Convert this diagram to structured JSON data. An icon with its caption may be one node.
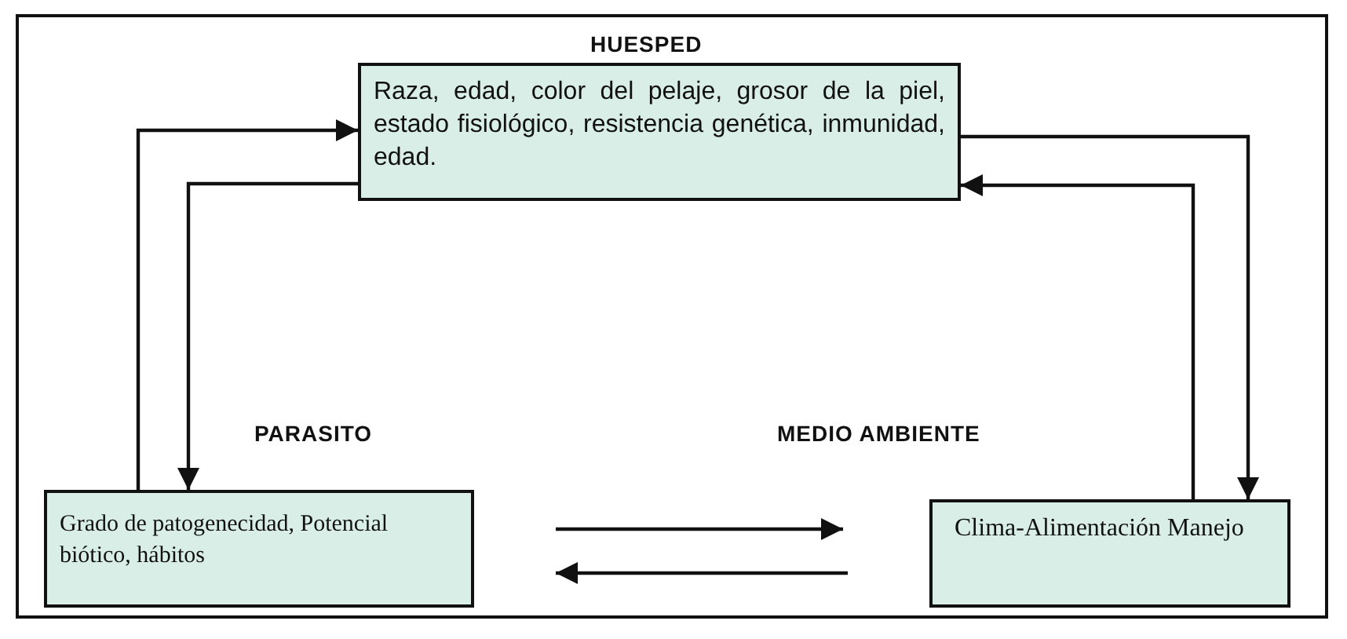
{
  "diagram": {
    "nodes": [
      {
        "text": [
          "HUESPED",
          "Raza, edad, color del pelaje, grosor de la piel, estado fisiológico, resistencia genética, inmunidad, edad."
        ]
      },
      {
        "text": [
          "PARASITO",
          "Grado de patogenecidad, Potencial biótico, hábitos"
        ]
      },
      {
        "text": [
          "MEDIO AMBIENTE",
          "Clima-Alimentación Manejo"
        ]
      }
    ],
    "edges": [
      {
        "from": 1,
        "to": 0,
        "arrow": "to"
      },
      {
        "from": 0,
        "to": 1,
        "arrow": "to"
      },
      {
        "from": 0,
        "to": 2,
        "arrow": "to"
      },
      {
        "from": 2,
        "to": 0,
        "arrow": "to"
      },
      {
        "from": 1,
        "to": 2,
        "arrow": "to"
      },
      {
        "from": 2,
        "to": 1,
        "arrow": "to"
      }
    ]
  }
}
